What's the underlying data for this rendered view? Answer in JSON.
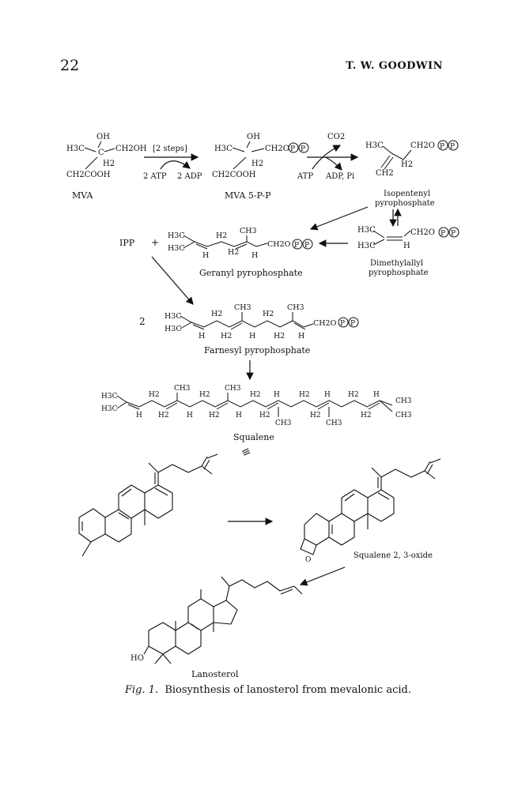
{
  "header": {
    "page_number": "22",
    "running_head": "T. W. GOODWIN"
  },
  "scheme": {
    "mva": {
      "oh": "OH",
      "h3c": "H3C",
      "c": "C",
      "ch2oh": "CH2OH",
      "h2": "H2",
      "ch2cooh": "CH2COOH",
      "name": "MVA"
    },
    "step1": {
      "top": "[2 steps]",
      "cof_in": "2 ATP",
      "cof_out": "2 ADP"
    },
    "mva5pp": {
      "oh": "OH",
      "h3c": "H3C",
      "ch2o": "CH2O",
      "h2": "H2",
      "ch2cooh": "CH2COOH",
      "name": "MVA 5-P-P"
    },
    "step2": {
      "top": "CO2",
      "cof_in": "ATP",
      "cof_out": "ADP, Pi"
    },
    "ipp": {
      "h3c": "H3C",
      "ch2o": "CH2O",
      "h2": "H2",
      "ch2": "CH2",
      "name_line1": "Isopentenyl",
      "name_line2": "pyrophosphate"
    },
    "dmapp": {
      "h3c_top": "H3C",
      "h3c_bottom": "H3C",
      "ch2o": "CH2O",
      "h": "H",
      "name_line1": "Dimethylallyl",
      "name_line2": "pyrophosphate"
    },
    "gpp": {
      "ipp_label": "IPP",
      "plus": "+",
      "ch3": "CH3",
      "h3c_top": "H3C",
      "h3c_bottom": "H3C",
      "h2": "H2",
      "h": "H",
      "ch2o": "CH2O",
      "name": "Geranyl pyrophosphate"
    },
    "fpp": {
      "coef": "2",
      "ch3": "CH3",
      "h3c_top": "H3C",
      "h3c_bottom": "H3C",
      "h2": "H2",
      "h": "H",
      "ch2o": "CH2O",
      "name": "Farnesyl pyrophosphate"
    },
    "squalene": {
      "h3c_top": "H3C",
      "h3c_bottom": "H3C",
      "ch3": "CH3",
      "h2": "H2",
      "h": "H",
      "name": "Squalene",
      "equiv": "≡"
    },
    "oxide": {
      "name": "Squalene 2, 3-oxide",
      "o": "O"
    },
    "lanosterol": {
      "ho": "HO",
      "name": "Lanosterol"
    },
    "phosphate": "P"
  },
  "caption": {
    "label": "Fig. 1.",
    "text": "Biosynthesis of lanosterol from mevalonic acid."
  }
}
